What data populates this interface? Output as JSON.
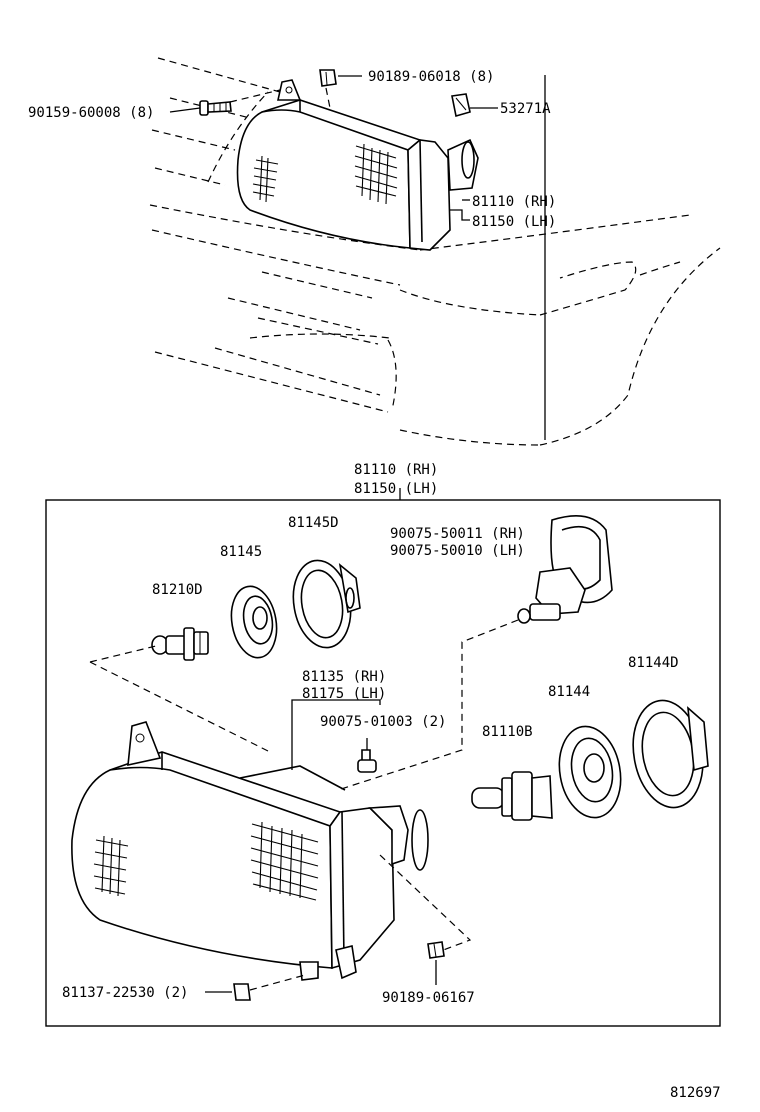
{
  "top_view": {
    "labels": {
      "bolt": "90159-60008 (8)",
      "nut": "90189-06018 (8)",
      "clip": "53271A",
      "assy_rh": "81110 (RH)",
      "assy_lh": "81150 (LH)"
    }
  },
  "exploded_view": {
    "box_title_rh": "81110 (RH)",
    "box_title_lh": "81150 (LH)",
    "labels": {
      "cover_small": "81145D",
      "socket_small": "81145",
      "bulb_small": "81210D",
      "socket_harness_rh": "90075-50011 (RH)",
      "socket_harness_lh": "90075-50010 (LH)",
      "housing_rh": "81135 (RH)",
      "housing_lh": "81175 (LH)",
      "screw": "90075-01003 (2)",
      "bulb_main": "81110B",
      "socket_main": "81144",
      "cover_main": "81144D",
      "retainer": "81137-22530 (2)",
      "nut_bottom": "90189-06167"
    }
  },
  "diagram_number": "812697"
}
